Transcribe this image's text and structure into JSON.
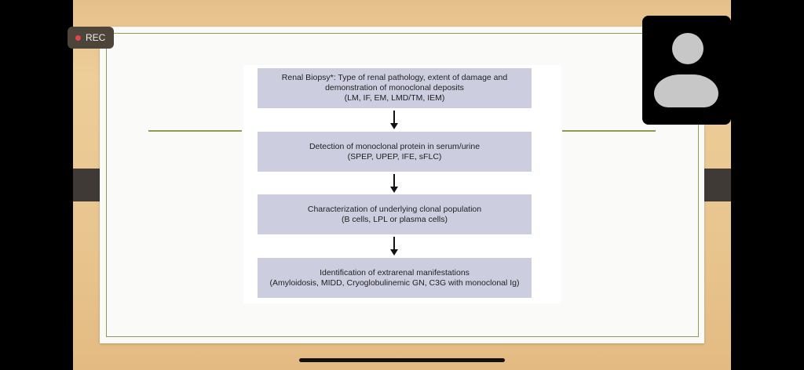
{
  "recording": {
    "label": "REC"
  },
  "flowchart": {
    "boxes": [
      {
        "lines": [
          "Renal Biopsy*: Type of renal pathology, extent of damage and",
          "demonstration of monoclonal deposits",
          "(LM, IF, EM, LMD/TM, IEM)"
        ]
      },
      {
        "lines": [
          "Detection of monoclonal protein in serum/urine",
          "(SPEP, UPEP, IFE, sFLC)"
        ]
      },
      {
        "lines": [
          "Characterization of underlying clonal population",
          "(B cells, LPL or plasma cells)"
        ]
      },
      {
        "lines": [
          "Identification of extrarenal manifestations",
          "(Amyloidosis, MIDD, Cryoglobulinemic GN, C3G with monoclonal Ig)"
        ]
      }
    ]
  },
  "colors": {
    "box_fill": "#cdcde0",
    "accent_line": "#8f9a52",
    "rec_dot": "#e0474c"
  }
}
